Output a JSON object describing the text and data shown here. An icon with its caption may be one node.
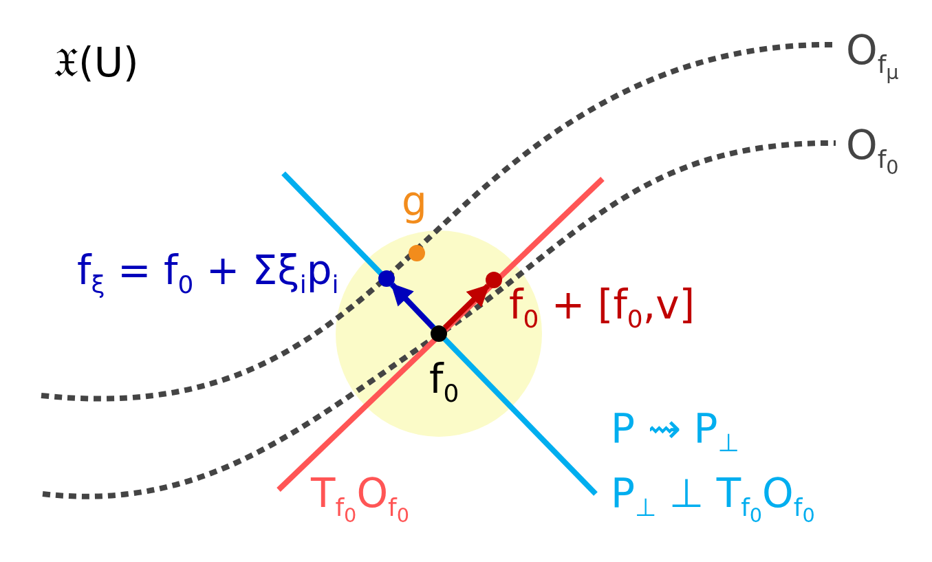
{
  "diagram": {
    "nodes": [
      {
        "text": [],
        "shape": "circle",
        "beside": [
          "f$_{0}$"
        ]
      },
      {
        "text": [],
        "shape": "circle",
        "beside": [
          "f$_{ξ}$ = f$_{0}$ + Σξ$_{i}$p$_{i}$"
        ]
      },
      {
        "text": [],
        "shape": "circle",
        "beside": [
          "f$_{0}$ + [f$_{0}$,v]"
        ]
      },
      {
        "text": [],
        "shape": "circle",
        "beside": [
          "g"
        ]
      }
    ],
    "edges": [
      {
        "from": 0,
        "to": 1,
        "arrow": "to",
        "color": "#0000bb"
      },
      {
        "from": 0,
        "to": 2,
        "arrow": "to",
        "color": "#c00000"
      }
    ],
    "labels": [
      "𝔛(U)",
      "O$_{f}$$_{μ}$",
      "O$_{f}$$_{0}$",
      "P ⇝ P$_{⊥}$",
      "T$_{f}$$_{0}$O$_{f}$$_{0}$",
      "P$_{⊥}$ ⊥ T$_{f}$$_{0}$O$_{f}$$_{0}$"
    ]
  }
}
